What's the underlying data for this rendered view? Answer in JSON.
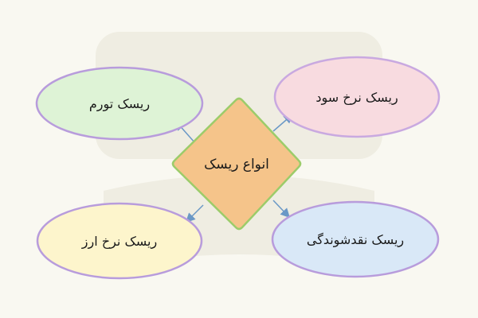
{
  "diagram": {
    "center": {
      "label": "انواع ریسک",
      "fill": "#f5c48a",
      "stroke": "#9ccc6a"
    },
    "nodes": [
      {
        "id": "inflation",
        "label": "ریسک تورم",
        "fill": "#def3d6",
        "stroke": "#b89cdc"
      },
      {
        "id": "interest",
        "label": "ریسک نرخ سود",
        "fill": "#f8dbe0",
        "stroke": "#c9a9e0"
      },
      {
        "id": "currency",
        "label": "ریسک نرخ ارز",
        "fill": "#fdf5cc",
        "stroke": "#b89cdc"
      },
      {
        "id": "liquidity",
        "label": "ریسک نقدشوندگی",
        "fill": "#d9e8f7",
        "stroke": "#b89cdc"
      }
    ],
    "arrow_color": "#6a98c6",
    "watermark_color": "#efede2"
  }
}
